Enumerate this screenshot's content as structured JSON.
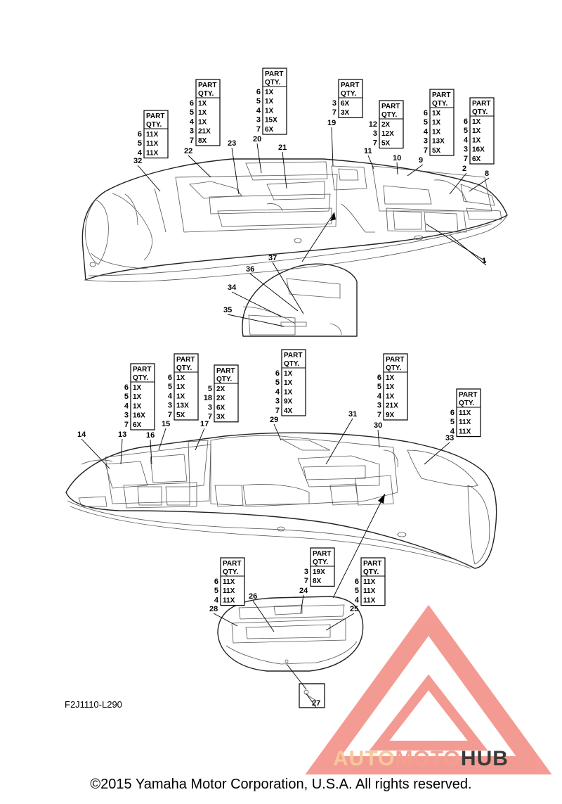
{
  "figure_code": "F2J1110-L290",
  "copyright": "©2015 Yamaha Motor Corporation, U.S.A. All rights reserved.",
  "watermark": {
    "parts": [
      "AUTO",
      "MOTO",
      "HUB"
    ],
    "colors": [
      "#f6c89a",
      "#f4a090",
      "#3a3a3a"
    ],
    "logo_color": "#f28a80"
  },
  "qty_header": [
    "PART",
    "QTY."
  ],
  "qty_tables": [
    {
      "id": "t1",
      "rows": [
        [
          "6",
          "11X"
        ],
        [
          "5",
          "11X"
        ],
        [
          "4",
          "11X"
        ]
      ]
    },
    {
      "id": "t2",
      "rows": [
        [
          "6",
          "1X"
        ],
        [
          "5",
          "1X"
        ],
        [
          "4",
          "1X"
        ],
        [
          "3",
          "21X"
        ],
        [
          "7",
          "8X"
        ]
      ]
    },
    {
      "id": "t3",
      "rows": [
        [
          "6",
          "1X"
        ],
        [
          "5",
          "1X"
        ],
        [
          "4",
          "1X"
        ],
        [
          "3",
          "15X"
        ],
        [
          "7",
          "6X"
        ]
      ]
    },
    {
      "id": "t4",
      "rows": [
        [
          "3",
          "6X"
        ],
        [
          "7",
          "3X"
        ]
      ]
    },
    {
      "id": "t5",
      "rows": [
        [
          "12",
          "2X"
        ],
        [
          "3",
          "12X"
        ],
        [
          "7",
          "5X"
        ]
      ]
    },
    {
      "id": "t6",
      "rows": [
        [
          "6",
          "1X"
        ],
        [
          "5",
          "1X"
        ],
        [
          "4",
          "1X"
        ],
        [
          "3",
          "13X"
        ],
        [
          "7",
          "5X"
        ]
      ]
    },
    {
      "id": "t7",
      "rows": [
        [
          "6",
          "1X"
        ],
        [
          "5",
          "1X"
        ],
        [
          "4",
          "1X"
        ],
        [
          "3",
          "16X"
        ],
        [
          "7",
          "6X"
        ]
      ]
    },
    {
      "id": "t8",
      "rows": [
        [
          "6",
          "1X"
        ],
        [
          "5",
          "1X"
        ],
        [
          "4",
          "1X"
        ],
        [
          "3",
          "16X"
        ],
        [
          "7",
          "6X"
        ]
      ]
    },
    {
      "id": "t9",
      "rows": [
        [
          "6",
          "1X"
        ],
        [
          "5",
          "1X"
        ],
        [
          "4",
          "1X"
        ],
        [
          "3",
          "13X"
        ],
        [
          "7",
          "5X"
        ]
      ]
    },
    {
      "id": "t10",
      "rows": [
        [
          "5",
          "2X"
        ],
        [
          "18",
          "2X"
        ],
        [
          "3",
          "6X"
        ],
        [
          "7",
          "3X"
        ]
      ]
    },
    {
      "id": "t11",
      "rows": [
        [
          "6",
          "1X"
        ],
        [
          "5",
          "1X"
        ],
        [
          "4",
          "1X"
        ],
        [
          "3",
          "9X"
        ],
        [
          "7",
          "4X"
        ]
      ]
    },
    {
      "id": "t12",
      "rows": [
        [
          "6",
          "1X"
        ],
        [
          "5",
          "1X"
        ],
        [
          "4",
          "1X"
        ],
        [
          "3",
          "21X"
        ],
        [
          "7",
          "9X"
        ]
      ]
    },
    {
      "id": "t13",
      "rows": [
        [
          "6",
          "11X"
        ],
        [
          "5",
          "11X"
        ],
        [
          "4",
          "11X"
        ]
      ]
    },
    {
      "id": "t14",
      "rows": [
        [
          "6",
          "11X"
        ],
        [
          "5",
          "11X"
        ],
        [
          "4",
          "11X"
        ]
      ]
    },
    {
      "id": "t15",
      "rows": [
        [
          "3",
          "19X"
        ],
        [
          "7",
          "8X"
        ]
      ]
    },
    {
      "id": "t16",
      "rows": [
        [
          "6",
          "11X"
        ],
        [
          "5",
          "11X"
        ],
        [
          "4",
          "11X"
        ]
      ]
    }
  ],
  "callouts": [
    {
      "id": "c1",
      "text": "1"
    },
    {
      "id": "c2",
      "text": "2"
    },
    {
      "id": "c8",
      "text": "8"
    },
    {
      "id": "c9",
      "text": "9"
    },
    {
      "id": "c10",
      "text": "10"
    },
    {
      "id": "c11",
      "text": "11"
    },
    {
      "id": "c19",
      "text": "19"
    },
    {
      "id": "c20",
      "text": "20"
    },
    {
      "id": "c21",
      "text": "21"
    },
    {
      "id": "c22",
      "text": "22"
    },
    {
      "id": "c23",
      "text": "23"
    },
    {
      "id": "c32",
      "text": "32"
    },
    {
      "id": "c34",
      "text": "34"
    },
    {
      "id": "c35",
      "text": "35"
    },
    {
      "id": "c36",
      "text": "36"
    },
    {
      "id": "c37",
      "text": "37"
    },
    {
      "id": "c13",
      "text": "13"
    },
    {
      "id": "c14",
      "text": "14"
    },
    {
      "id": "c15",
      "text": "15"
    },
    {
      "id": "c16",
      "text": "16"
    },
    {
      "id": "c17",
      "text": "17"
    },
    {
      "id": "c29",
      "text": "29"
    },
    {
      "id": "c30",
      "text": "30"
    },
    {
      "id": "c31",
      "text": "31"
    },
    {
      "id": "c33",
      "text": "33"
    },
    {
      "id": "c24",
      "text": "24"
    },
    {
      "id": "c25",
      "text": "25"
    },
    {
      "id": "c26",
      "text": "26"
    },
    {
      "id": "c27",
      "text": "27"
    },
    {
      "id": "c28",
      "text": "28"
    }
  ]
}
